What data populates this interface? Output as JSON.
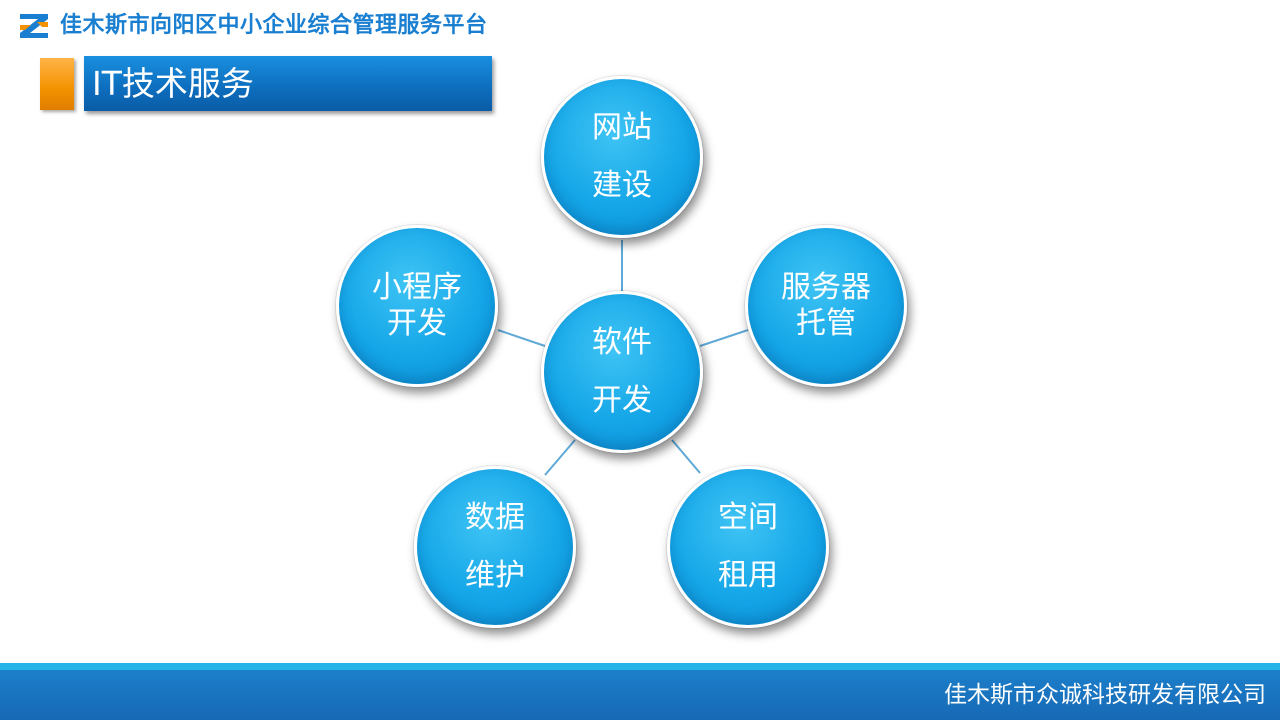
{
  "header": {
    "platform_title": "佳木斯市向阳区中小企业综合管理服务平台",
    "logo_icon": "z-logo-icon"
  },
  "section": {
    "title": "IT技术服务"
  },
  "diagram": {
    "center": {
      "line1": "软件",
      "line2": "开发"
    },
    "nodes": [
      {
        "id": "website",
        "line1": "网站",
        "line2": "建设"
      },
      {
        "id": "server",
        "line1": "服务器",
        "line2": "托管"
      },
      {
        "id": "space",
        "line1": "空间",
        "line2": "租用"
      },
      {
        "id": "data",
        "line1": "数据",
        "line2": "维护"
      },
      {
        "id": "miniprogram",
        "line1": "小程序",
        "line2": "开发"
      }
    ]
  },
  "footer": {
    "company": "佳木斯市众诚科技研发有限公司"
  },
  "colors": {
    "title_blue": "#1a7fd0",
    "node_blue": "#14a6e8",
    "accent_orange": "#f39200",
    "footer_blue": "#1769b5"
  }
}
